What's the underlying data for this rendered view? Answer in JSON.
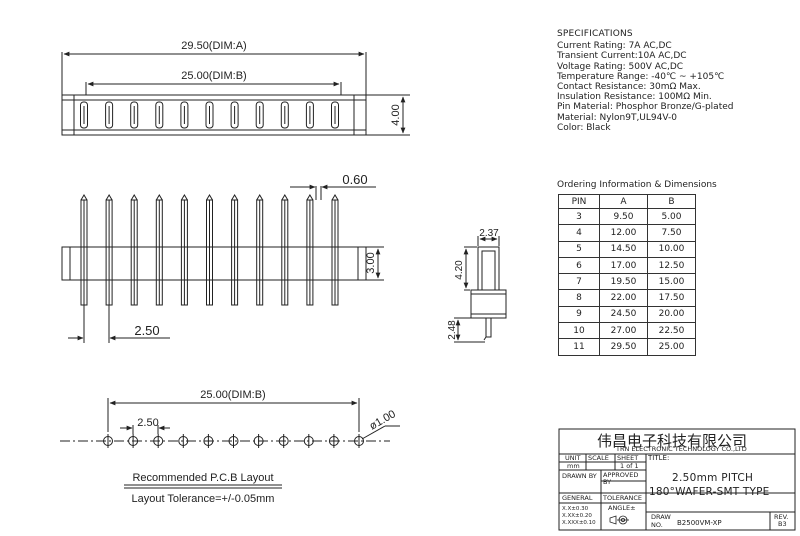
{
  "top_view": {
    "dim_a": "29.50(DIM:A)",
    "dim_b": "25.00(DIM:B)",
    "height": "4.00"
  },
  "front_view": {
    "pin_width": "0.60",
    "body_height": "3.00",
    "pitch": "2.50"
  },
  "side_view": {
    "width": "2.37",
    "pin_height": "4.20",
    "tail": "2.48"
  },
  "pcb": {
    "dim_b": "25.00(DIM:B)",
    "pitch": "2.50",
    "hole": "ø1.00",
    "caption": "Recommended P.C.B Layout",
    "tolerance": "Layout Tolerance=+/-0.05mm"
  },
  "specifications": {
    "heading": "SPECIFICATIONS",
    "lines": [
      "Current Rating: 7A AC,DC",
      "Transient Current:10A AC,DC",
      "Voltage Rating: 500V AC,DC",
      "Temperature Range: -40℃ ~ +105℃",
      "Contact Resistance: 30mΩ Max.",
      "Insulation Resistance: 100MΩ Min.",
      "Pin Material: Phosphor Bronze/G-plated",
      "Material: Nylon9T,UL94V-0",
      "Color: Black"
    ]
  },
  "ordering": {
    "title": "Ordering Information & Dimensions",
    "headers": [
      "PIN",
      "A",
      "B"
    ],
    "rows": [
      [
        "3",
        "9.50",
        "5.00"
      ],
      [
        "4",
        "12.00",
        "7.50"
      ],
      [
        "5",
        "14.50",
        "10.00"
      ],
      [
        "6",
        "17.00",
        "12.50"
      ],
      [
        "7",
        "19.50",
        "15.00"
      ],
      [
        "8",
        "22.00",
        "17.50"
      ],
      [
        "9",
        "24.50",
        "20.00"
      ],
      [
        "10",
        "27.00",
        "22.50"
      ],
      [
        "11",
        "29.50",
        "25.00"
      ]
    ]
  },
  "title_block": {
    "company_cn": "伟昌电子科技有限公司",
    "company_en": "TRN ELECTRONIC TECHNOLOGY CO.,LTD",
    "unit_label": "UNIT",
    "unit_value": "mm",
    "scale_label": "SCALE",
    "sheet_label": "SHEET",
    "sheet_value": "1 of 1",
    "title_label": "TITLE:",
    "drawn_by": "DRAWN BY",
    "approved_by": "APPROVED BY",
    "general": "GENERAL",
    "tolerance": "TOLERANCE",
    "tol_1": "X.X±0.30",
    "tol_2": "X.XX±0.20",
    "tol_3": "X.XXX±0.10",
    "angle": "ANGLE±",
    "title_1": "2.50mm PITCH",
    "title_2": "180°WAFER-SMT TYPE",
    "draw_label": "DRAW",
    "no_label": "NO.",
    "draw_no": "B2500VM-XP",
    "rev_label": "REV.",
    "rev_value": "B3"
  }
}
